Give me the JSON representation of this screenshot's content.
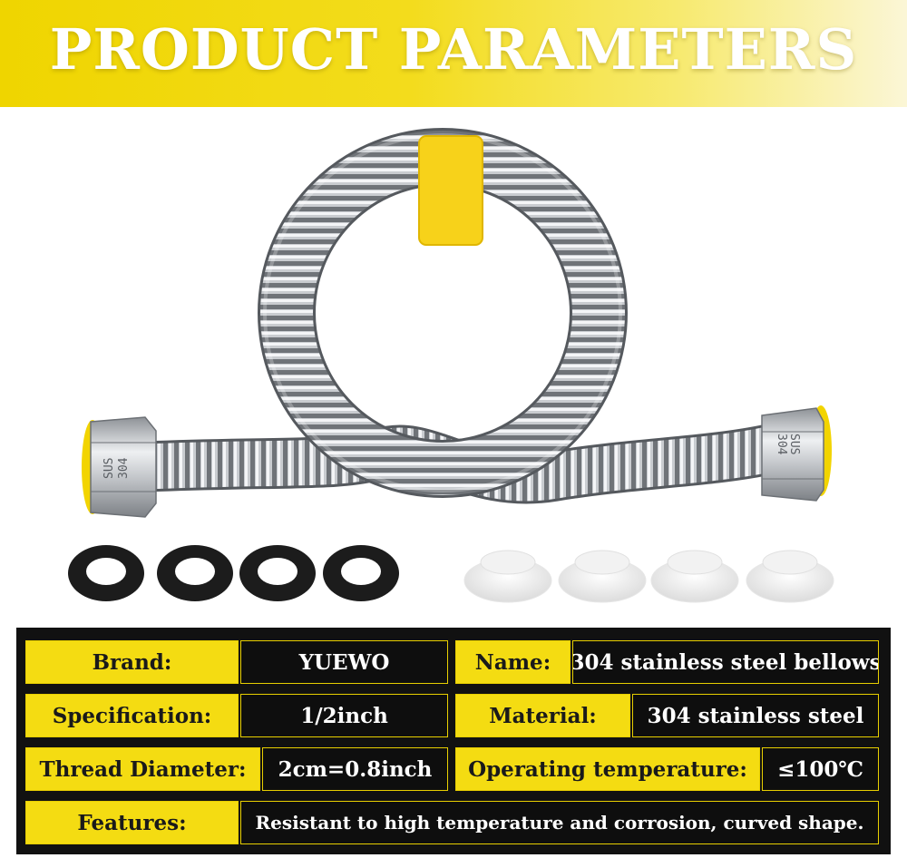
{
  "banner": {
    "title": "PRODUCT PARAMETERS"
  },
  "product_image": {
    "fitting_marking_line1": "SUS",
    "fitting_marking_line2": "304",
    "black_washer_count": 4,
    "white_gasket_count": 4
  },
  "colors": {
    "accent_yellow": "#f4dc12",
    "table_black": "#111111"
  },
  "specs": {
    "brand_label": "Brand:",
    "brand_value": "YUEWO",
    "name_label": "Name:",
    "name_value": "304 stainless steel bellows",
    "specification_label": "Specification:",
    "specification_value": "1/2inch",
    "material_label": "Material:",
    "material_value": "304 stainless steel",
    "thread_label": "Thread Diameter:",
    "thread_value": "2cm=0.8inch",
    "temp_label": "Operating temperature:",
    "temp_value": "≤100℃",
    "features_label": "Features:",
    "features_value": "Resistant to high temperature and corrosion, curved shape."
  }
}
